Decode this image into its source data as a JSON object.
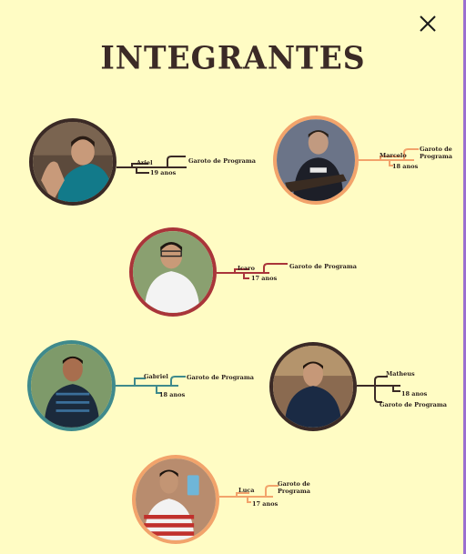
{
  "page": {
    "title": "INTEGRANTES"
  },
  "close": {
    "icon": "close-icon"
  },
  "colors": {
    "background": "#fffcc4",
    "title": "#3b2a26",
    "edge": "#9a6fd0"
  },
  "members": [
    {
      "name": "Ariel",
      "age": "19 anos",
      "role": "Garoto de Programa",
      "accent": "#3b2a26"
    },
    {
      "name": "Marcelo",
      "age": "18 anos",
      "role": "Garoto de Programa",
      "accent": "#f2a36b"
    },
    {
      "name": "Icaro",
      "age": "17 anos",
      "role": "Garoto de Programa",
      "accent": "#a9353a"
    },
    {
      "name": "Gabriel",
      "age": "18 anos",
      "role": "Garoto de Programa",
      "accent": "#3f8a8c"
    },
    {
      "name": "Matheus",
      "age": "18 anos",
      "role": "Garoto de Programa",
      "accent": "#3b2a26"
    },
    {
      "name": "Luca",
      "age": "17 anos",
      "role": "Garoto de Programa",
      "accent": "#f2a36b"
    }
  ]
}
